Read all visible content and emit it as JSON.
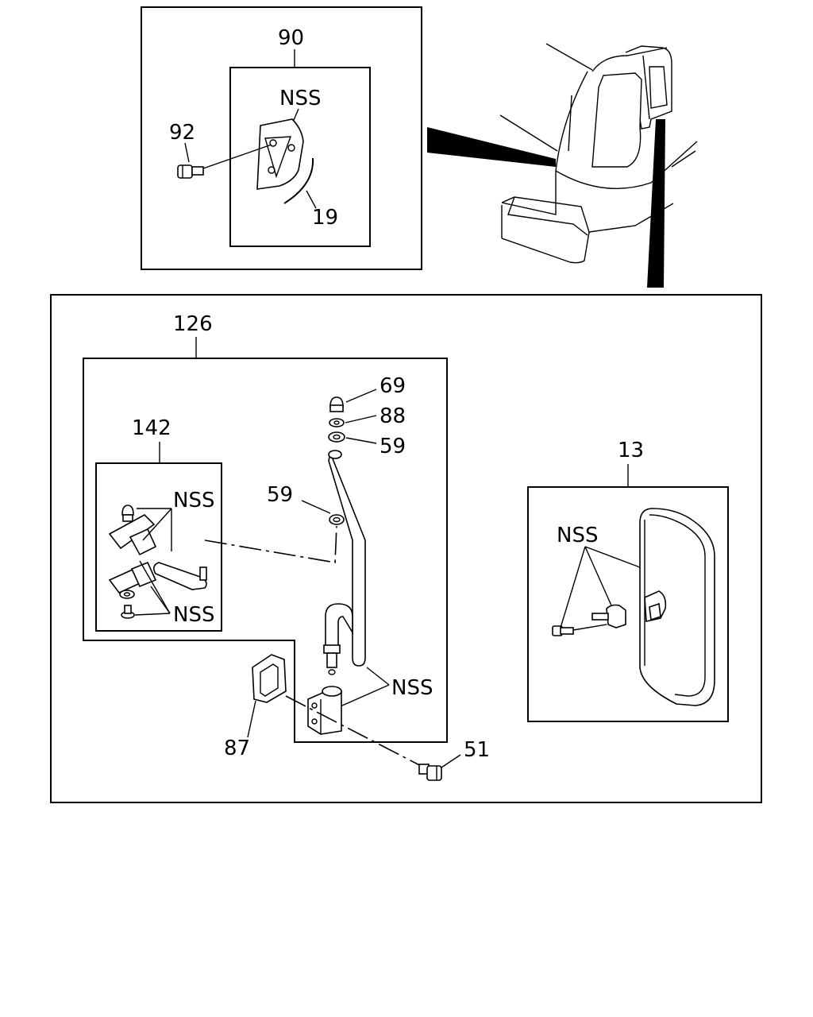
{
  "labels": {
    "top_assembly": "90",
    "top_nss": "NSS",
    "top_bolt": "92",
    "top_seal": "19",
    "main_assembly": "126",
    "nut": "69",
    "washer_88": "88",
    "washer_59_top": "59",
    "washer_59_mid": "59",
    "bracket_assembly": "142",
    "bracket_nss_top": "NSS",
    "bracket_nss_bottom": "NSS",
    "stay_nss": "NSS",
    "pad": "87",
    "screw_51": "51",
    "mirror_assembly": "13",
    "mirror_nss": "NSS"
  }
}
